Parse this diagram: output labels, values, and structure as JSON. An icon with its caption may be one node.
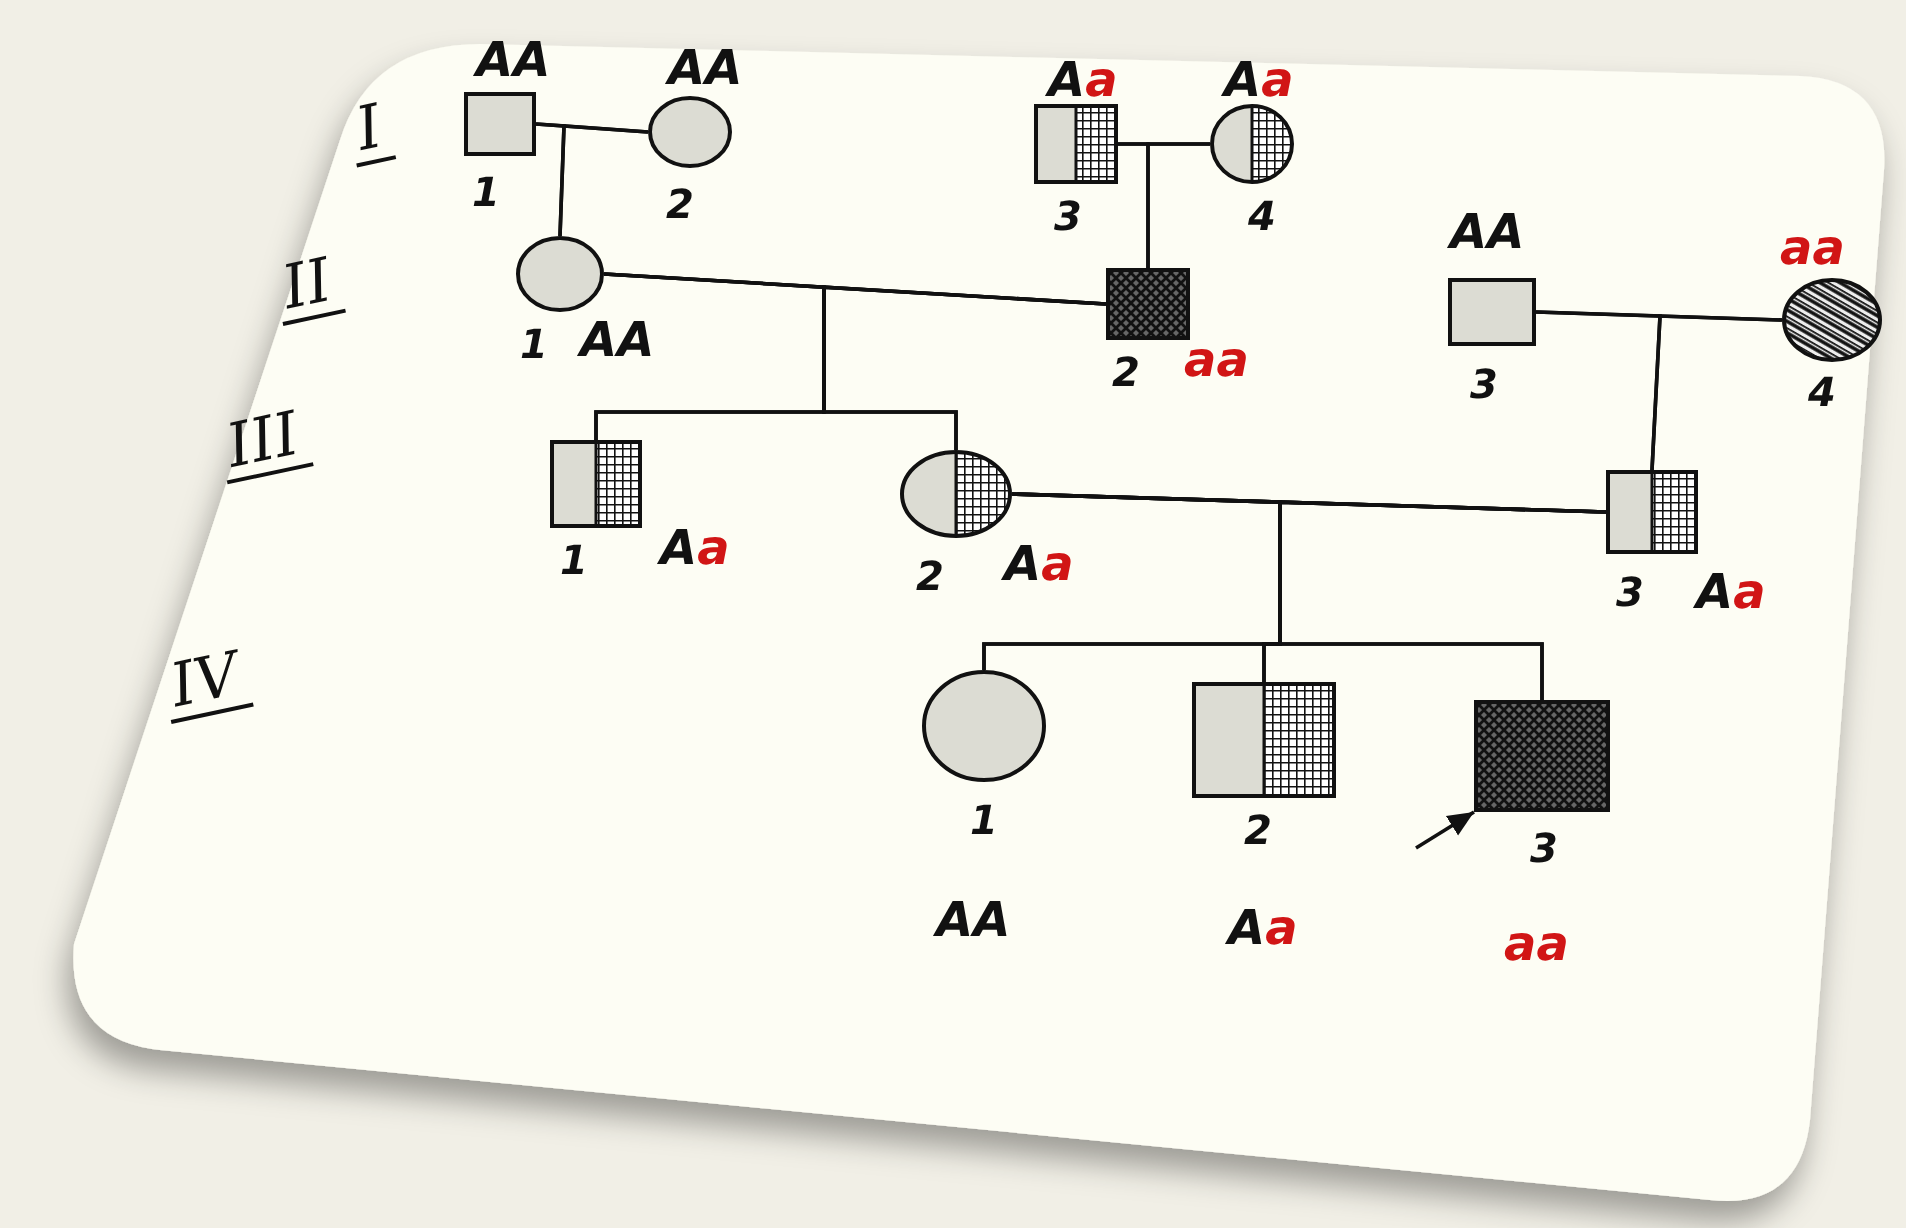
{
  "diagram": {
    "nodes": [
      {
        "text": [],
        "shape": "box",
        "beside": [
          "1",
          "AA"
        ]
      },
      {
        "text": [],
        "shape": "circle",
        "beside": [
          "2",
          "AA"
        ]
      },
      {
        "text": [],
        "shape": "box",
        "beside": [
          "3",
          "Aa"
        ]
      },
      {
        "text": [],
        "shape": "circle",
        "beside": [
          "4",
          "Aa"
        ]
      },
      {
        "text": [],
        "shape": "circle",
        "beside": [
          "1",
          "AA"
        ]
      },
      {
        "text": [],
        "shape": "box",
        "beside": [
          "2",
          "aa"
        ]
      },
      {
        "text": [],
        "shape": "box",
        "beside": [
          "3",
          "AA"
        ]
      },
      {
        "text": [],
        "shape": "circle",
        "beside": [
          "4",
          "aa"
        ]
      },
      {
        "text": [],
        "shape": "box",
        "beside": [
          "1",
          "Aa"
        ]
      },
      {
        "text": [],
        "shape": "circle",
        "beside": [
          "2",
          "Aa"
        ]
      },
      {
        "text": [],
        "shape": "box",
        "beside": [
          "3",
          "Aa"
        ]
      },
      {
        "text": [],
        "shape": "circle",
        "beside": [
          "1",
          "AA"
        ]
      },
      {
        "text": [],
        "shape": "box",
        "beside": [
          "2",
          "Aa"
        ]
      },
      {
        "text": [],
        "shape": "box",
        "beside": [
          "3",
          "aa"
        ]
      }
    ],
    "edges": [
      {
        "from": 0,
        "to": 1,
        "arrow": "none"
      },
      {
        "from": 0,
        "to": 4,
        "arrow": "none"
      },
      {
        "from": 1,
        "to": 4,
        "arrow": "none"
      },
      {
        "from": 2,
        "to": 3,
        "arrow": "none"
      },
      {
        "from": 2,
        "to": 5,
        "arrow": "none"
      },
      {
        "from": 3,
        "to": 5,
        "arrow": "none"
      },
      {
        "from": 4,
        "to": 5,
        "arrow": "none"
      },
      {
        "from": 4,
        "to": 8,
        "arrow": "none"
      },
      {
        "from": 5,
        "to": 8,
        "arrow": "none"
      },
      {
        "from": 4,
        "to": 9,
        "arrow": "none"
      },
      {
        "from": 5,
        "to": 9,
        "arrow": "none"
      },
      {
        "from": 6,
        "to": 7,
        "arrow": "none"
      },
      {
        "from": 6,
        "to": 10,
        "arrow": "none"
      },
      {
        "from": 7,
        "to": 10,
        "arrow": "none"
      },
      {
        "from": 9,
        "to": 10,
        "arrow": "none"
      },
      {
        "from": 9,
        "to": 11,
        "arrow": "none"
      },
      {
        "from": 10,
        "to": 11,
        "arrow": "none"
      },
      {
        "from": 9,
        "to": 12,
        "arrow": "none"
      },
      {
        "from": 10,
        "to": 12,
        "arrow": "none"
      },
      {
        "from": 9,
        "to": 13,
        "arrow": "none"
      },
      {
        "from": 10,
        "to": 13,
        "arrow": "none"
      },
      {
        "from": null,
        "to": 13,
        "arrow": "to"
      }
    ],
    "labels": [
      "I",
      "II",
      "III",
      "IV"
    ]
  }
}
